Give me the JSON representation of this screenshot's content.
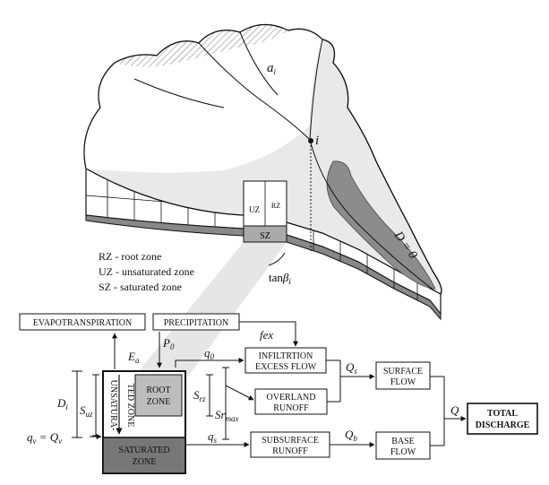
{
  "catchment": {
    "area_symbol": "a",
    "area_subscript": "i",
    "point_label": "i",
    "deficit_label": "D = 0",
    "slope_label_base": "tan",
    "slope_label_beta": "β",
    "slope_label_subscript": "i",
    "zone_uz": "UZ",
    "zone_rz": "RZ",
    "zone_sz": "SZ"
  },
  "legend": [
    "RZ - root zone",
    "UZ - unsaturated zone",
    "SZ - saturated zone"
  ],
  "boxes": {
    "evapotranspiration": "EVAPOTRANSPIRATION",
    "precipitation": "PRECIPITATION",
    "infiltration_line1": "INFILTRTION",
    "infiltration_line2": "EXCESS FLOW",
    "overland_line1": "OVERLAND",
    "overland_line2": "RUNOFF",
    "surface_line1": "SURFACE",
    "surface_line2": "FLOW",
    "subsurface_line1": "SUBSURFACE",
    "subsurface_line2": "RUNOFF",
    "base_line1": "BASE",
    "base_line2": "FLOW",
    "total_line1": "TOTAL",
    "total_line2": "DISCHARGE"
  },
  "column": {
    "unsat_line1": "UNSATURA-",
    "unsat_line2": "TED ZONE",
    "root_line1": "ROOT",
    "root_line2": "ZONE",
    "saturated_line1": "SATURATED",
    "saturated_line2": "ZONE"
  },
  "symbols": {
    "fex": "fex",
    "E": "E",
    "E_sub": "a",
    "P": "P",
    "P_sub": "0",
    "q0": "q",
    "q0_sub": "0",
    "Qs": "Q",
    "Qs_sub": "s",
    "Q": "Q",
    "Qb": "Q",
    "Qb_sub": "b",
    "qs": "q",
    "qs_sub": "s",
    "Di": "D",
    "Di_sub": "i",
    "Suz": "S",
    "Suz_sub": "uz",
    "Srz": "S",
    "Srz_sub": "rz",
    "Srmax": "Sr",
    "Srmax_sub": "max",
    "qv": "q",
    "qv_sub": "v",
    "equals": " = ",
    "Qv": "Q",
    "Qv_sub": "v"
  }
}
